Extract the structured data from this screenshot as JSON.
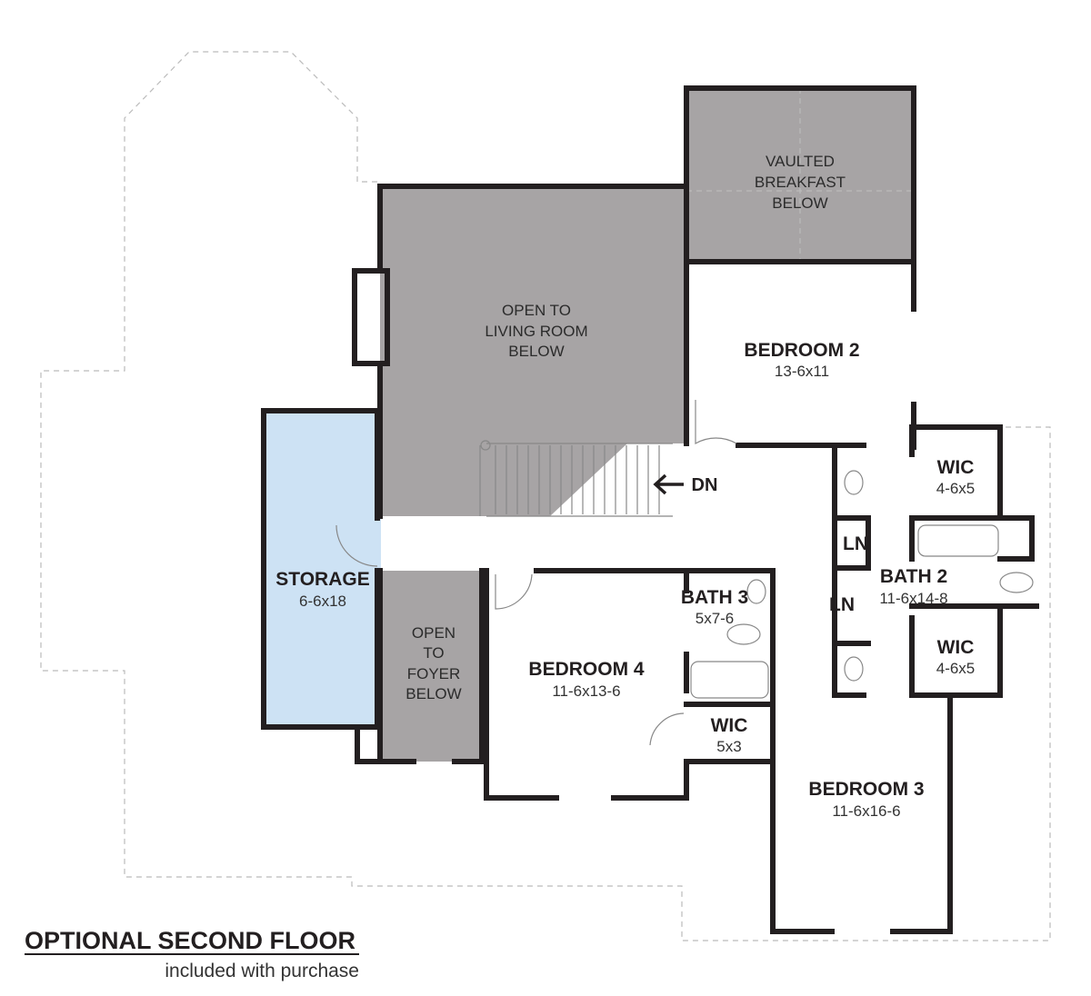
{
  "colors": {
    "open_below": "#a7a4a5",
    "storage": "#cde2f4",
    "wall": "#231f20"
  },
  "rooms": {
    "vaulted": {
      "l1": "VAULTED",
      "l2": "BREAKFAST",
      "l3": "BELOW"
    },
    "living": {
      "l1": "OPEN TO",
      "l2": "LIVING ROOM",
      "l3": "BELOW"
    },
    "foyer": {
      "l1": "OPEN",
      "l2": "TO",
      "l3": "FOYER",
      "l4": "BELOW"
    },
    "bedroom2": {
      "name": "BEDROOM 2",
      "dim": "13-6x11"
    },
    "bedroom3": {
      "name": "BEDROOM 3",
      "dim": "11-6x16-6"
    },
    "bedroom4": {
      "name": "BEDROOM 4",
      "dim": "11-6x13-6"
    },
    "storage": {
      "name": "STORAGE",
      "dim": "6-6x18"
    },
    "bath2": {
      "name": "BATH 2",
      "dim": "11-6x14-8"
    },
    "bath3": {
      "name": "BATH 3",
      "dim": "5x7-6"
    },
    "wic1": {
      "name": "WIC",
      "dim": "4-6x5"
    },
    "wic2": {
      "name": "WIC",
      "dim": "4-6x5"
    },
    "wic3": {
      "name": "WIC",
      "dim": "5x3"
    },
    "ln1": {
      "name": "LN"
    },
    "ln2": {
      "name": "LN"
    }
  },
  "stairs": {
    "label": "DN"
  },
  "caption": {
    "title": "OPTIONAL SECOND FLOOR",
    "subtitle": "included with purchase"
  }
}
